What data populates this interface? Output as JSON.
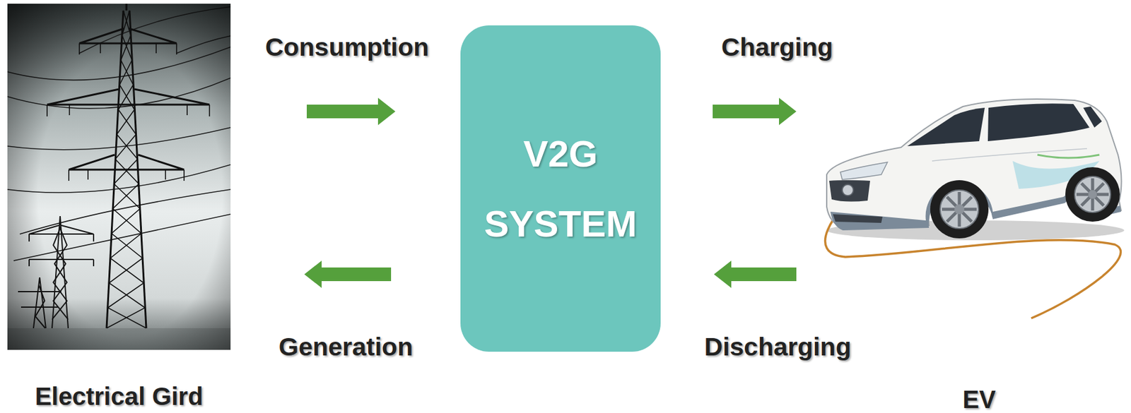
{
  "diagram": {
    "nodes": [
      {
        "text": [
          "Electrical Gird"
        ]
      },
      {
        "text": [
          "V2G SYSTEM"
        ]
      },
      {
        "text": [
          "EV"
        ]
      }
    ],
    "edges": [
      {
        "from": 0,
        "to": 1,
        "label": "Consumption",
        "arrow": "to"
      },
      {
        "from": 1,
        "to": 2,
        "label": "Charging",
        "arrow": "to"
      },
      {
        "from": 2,
        "to": 1,
        "label": "Discharging",
        "arrow": "to"
      },
      {
        "from": 1,
        "to": 0,
        "label": "Generation",
        "arrow": "to"
      }
    ]
  }
}
